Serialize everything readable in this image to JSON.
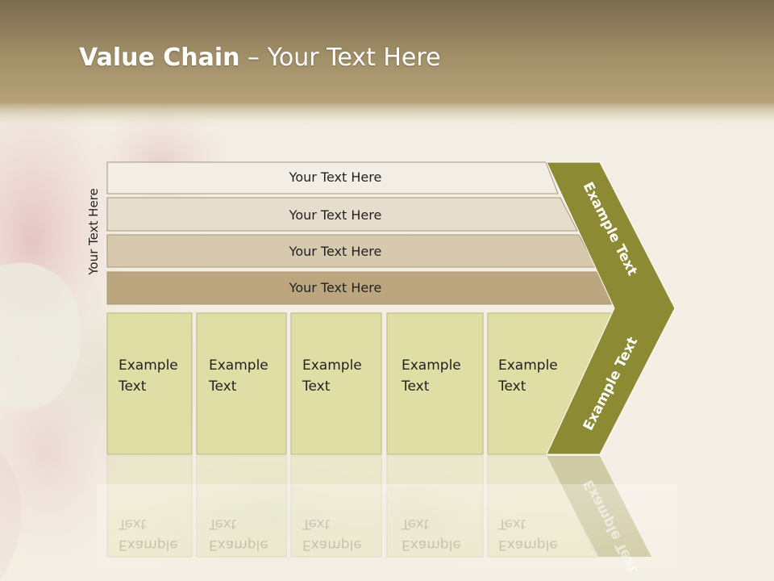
{
  "title": {
    "bold": "Value Chain",
    "rest": " – Your Text Here"
  },
  "vertical_label": "Your Text Here",
  "rows": [
    {
      "label": "Your Text Here",
      "color": "#f2eee6"
    },
    {
      "label": "Your Text Here",
      "color": "#e6ddcc"
    },
    {
      "label": "Your Text Here",
      "color": "#d7c9ae"
    },
    {
      "label": "Your Text Here",
      "color": "#bca67f"
    }
  ],
  "boxes": [
    {
      "line1": "Example",
      "line2": "Text"
    },
    {
      "line1": "Example",
      "line2": "Text"
    },
    {
      "line1": "Example",
      "line2": "Text"
    },
    {
      "line1": "Example",
      "line2": "Text"
    },
    {
      "line1": "Example",
      "line2": "Text"
    }
  ],
  "chevron": {
    "top_label": "Example Text",
    "bottom_label": "Example Text",
    "color": "#8c8a32"
  },
  "colors": {
    "header": "#9c8760",
    "box_fill": "#dfdea4",
    "box_border": "#b9b584"
  }
}
